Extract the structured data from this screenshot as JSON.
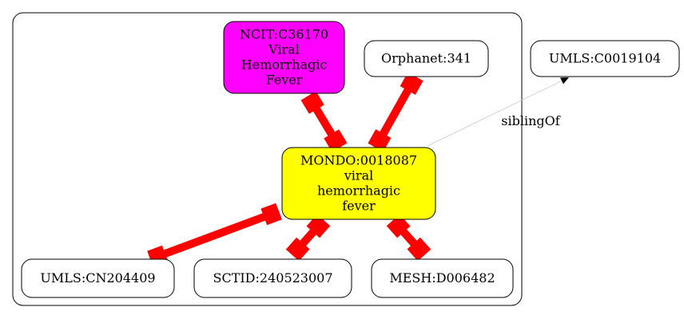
{
  "diagram": {
    "nodes": [
      {
        "id": "ncit",
        "lines": [
          "NCIT:C36170",
          "Viral",
          "Hemorrhagic",
          "Fever"
        ],
        "fill": "#ff00ff"
      },
      {
        "id": "orphanet",
        "lines": [
          "Orphanet:341"
        ],
        "fill": "#ffffff"
      },
      {
        "id": "umls_c0019104",
        "lines": [
          "UMLS:C0019104"
        ],
        "fill": "#ffffff"
      },
      {
        "id": "mondo",
        "lines": [
          "MONDO:0018087",
          "viral",
          "hemorrhagic",
          "fever"
        ],
        "fill": "#ffff00"
      },
      {
        "id": "umls_cn204409",
        "lines": [
          "UMLS:CN204409"
        ],
        "fill": "#ffffff"
      },
      {
        "id": "sctid",
        "lines": [
          "SCTID:240523007"
        ],
        "fill": "#ffffff"
      },
      {
        "id": "mesh",
        "lines": [
          "MESH:D006482"
        ],
        "fill": "#ffffff"
      }
    ],
    "edges": [
      {
        "from": "ncit",
        "to": "mondo",
        "style": "thick",
        "color": "#ff0000"
      },
      {
        "from": "orphanet",
        "to": "mondo",
        "style": "thick",
        "color": "#ff0000"
      },
      {
        "from": "mondo",
        "to": "umls_cn204409",
        "style": "thick",
        "color": "#ff0000"
      },
      {
        "from": "mondo",
        "to": "sctid",
        "style": "thick",
        "color": "#ff0000"
      },
      {
        "from": "mondo",
        "to": "mesh",
        "style": "thick",
        "color": "#ff0000"
      },
      {
        "from": "mondo",
        "to": "umls_c0019104",
        "style": "thin",
        "color": "#c8c8c8",
        "label": "siblingOf"
      }
    ]
  }
}
